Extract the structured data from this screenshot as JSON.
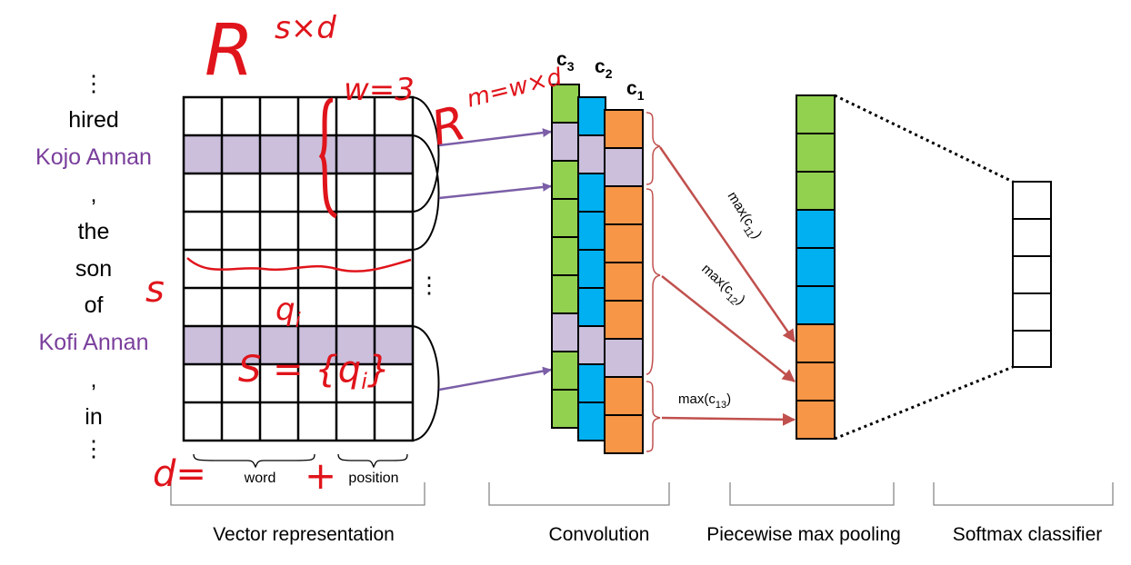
{
  "sentence": {
    "top_ellipsis": "⋮",
    "tokens": [
      {
        "text": "hired",
        "entity": false
      },
      {
        "text": "Kojo Annan",
        "entity": true
      },
      {
        "text": ",",
        "entity": false
      },
      {
        "text": "the",
        "entity": false
      },
      {
        "text": "son",
        "entity": false
      },
      {
        "text": "of",
        "entity": false
      },
      {
        "text": "Kofi Annan",
        "entity": true
      },
      {
        "text": ",",
        "entity": false
      },
      {
        "text": "in",
        "entity": false
      }
    ],
    "bottom_ellipsis": "⋮"
  },
  "matrix": {
    "word_label": "word",
    "position_label": "position",
    "side_ellipsis": "⋮",
    "highlighted_rows": [
      1,
      6
    ]
  },
  "convolution": {
    "channel_labels": [
      "c3",
      "c2",
      "c1"
    ],
    "channel_colors": [
      "#92d050",
      "#00b0f0",
      "#f79646"
    ],
    "entity_color": "#cbbfdc"
  },
  "pooling": {
    "max_labels": [
      "max(c11)",
      "max(c12)",
      "max(c13)"
    ]
  },
  "stages": {
    "vector": "Vector representation",
    "convolution": "Convolution",
    "pooling": "Piecewise max pooling",
    "softmax": "Softmax classifier"
  },
  "handwriting": {
    "top": "R s×d",
    "w": "w=3",
    "filter": "R m=w×d",
    "s_mark": "s",
    "qi": "qi",
    "s_set": "S = {qi}",
    "d": "d=",
    "plus": "+"
  },
  "colors": {
    "green": "#92d050",
    "blue": "#00b0f0",
    "orange": "#f79646",
    "lavender": "#cbbfdc",
    "purple_arrow": "#7b5ea7",
    "red_arrow": "#c0504d",
    "ink_red": "#e0141b",
    "entity_text": "#7a3f9c"
  }
}
